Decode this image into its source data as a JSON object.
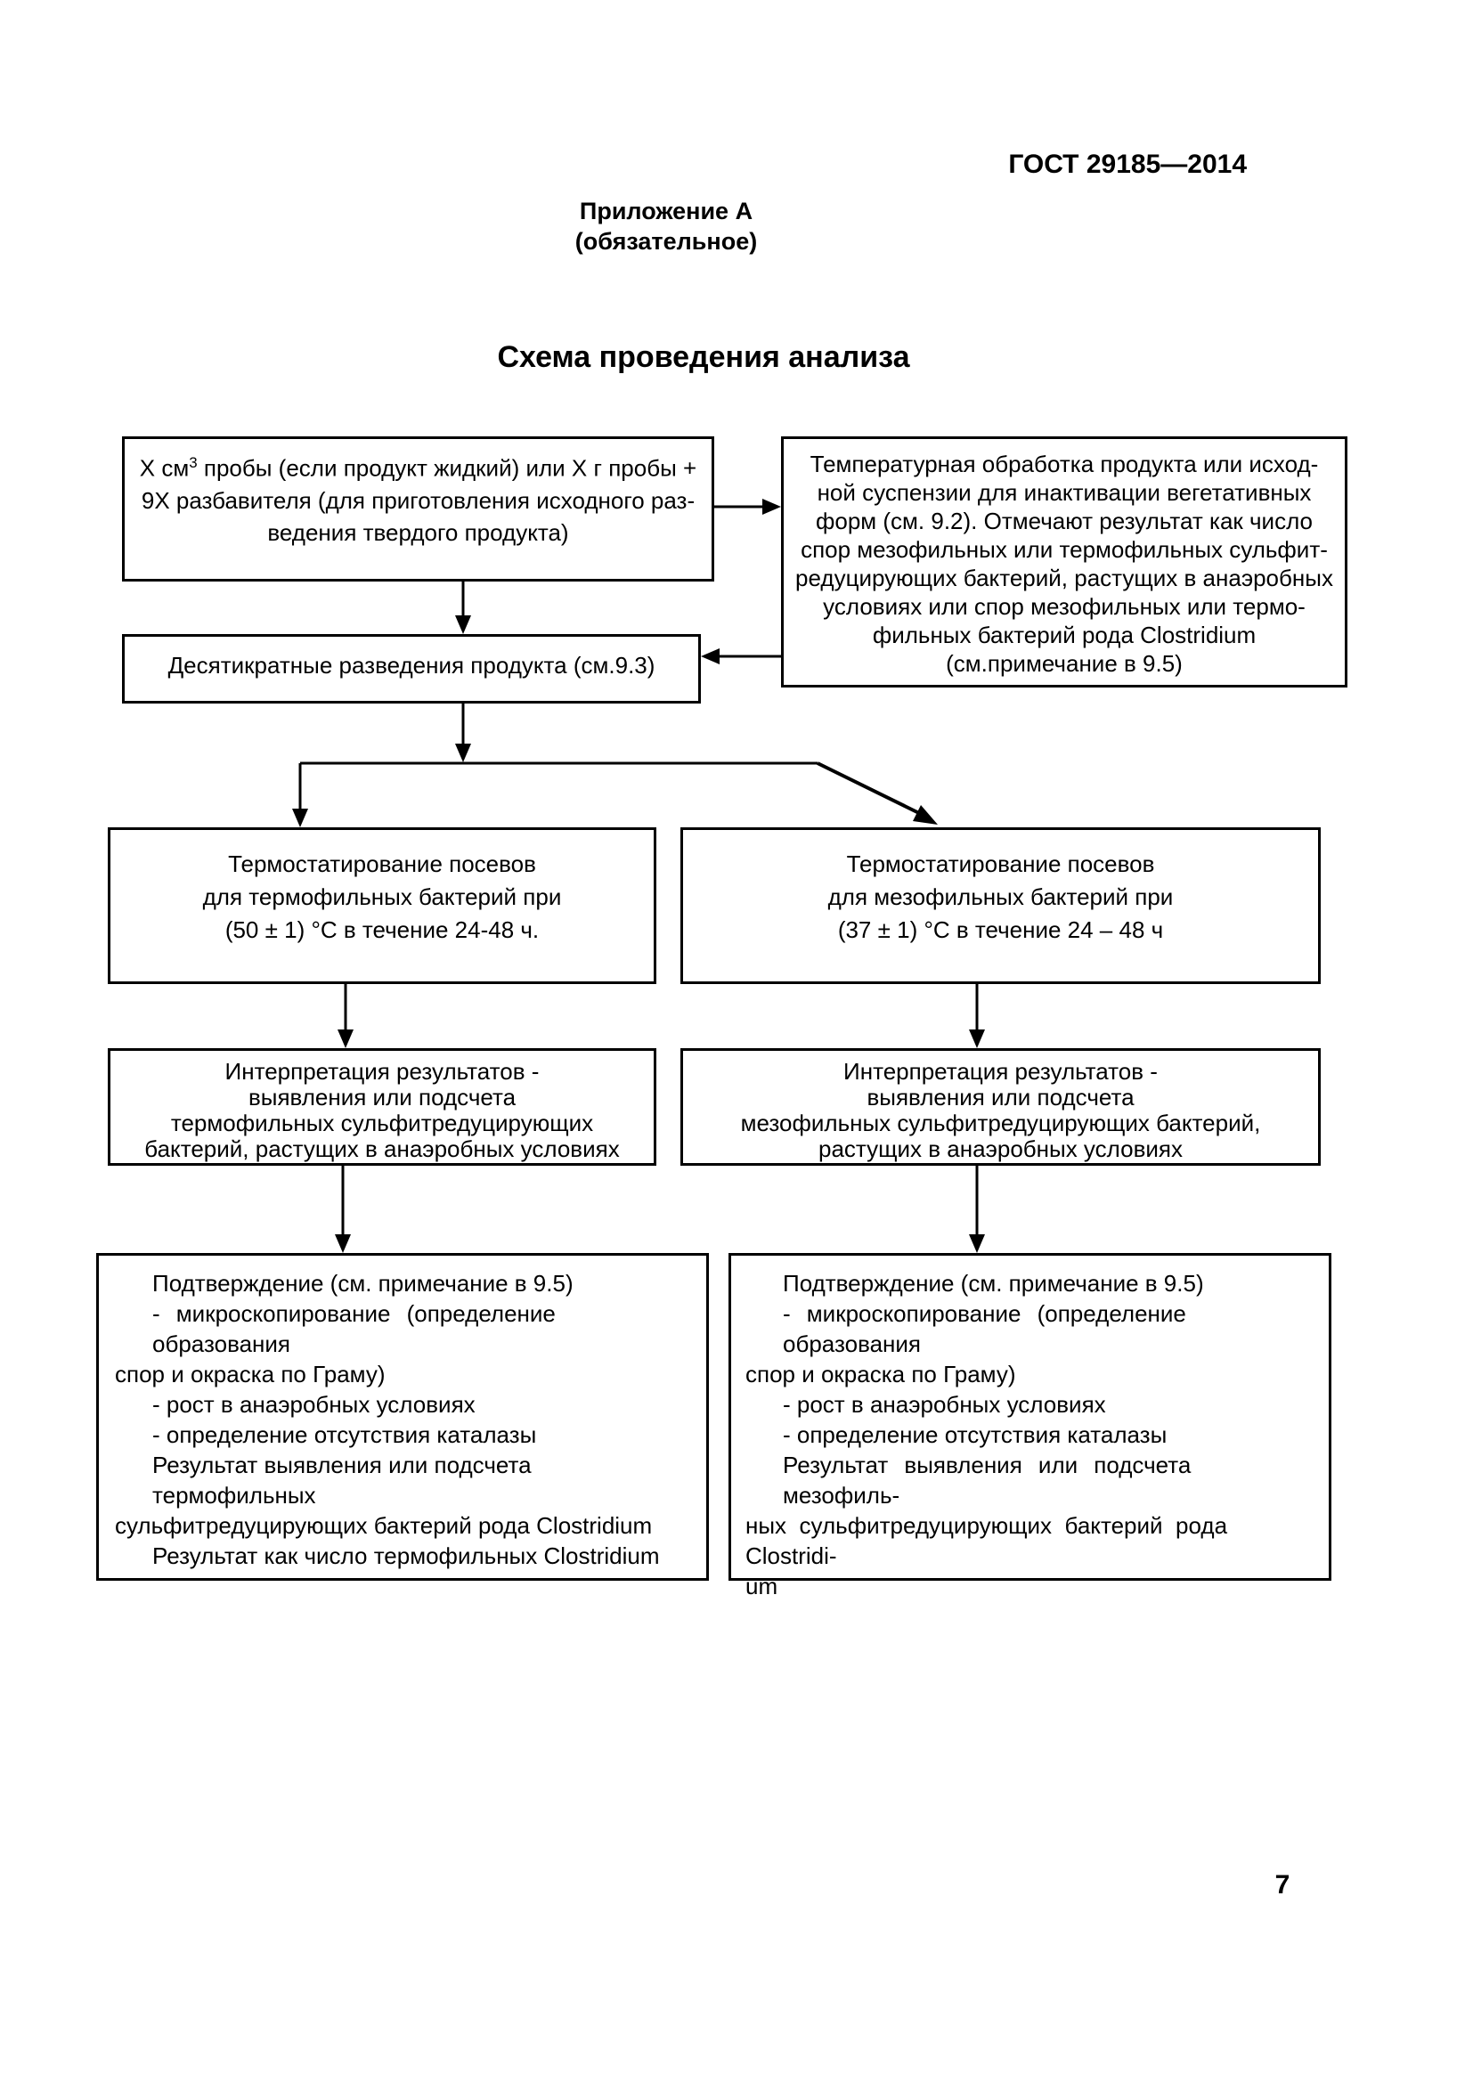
{
  "header": {
    "doc_number": "ГОСТ 29185—2014",
    "appendix_title": "Приложение А",
    "appendix_subtitle": "(обязательное)",
    "diagram_title": "Схема проведения анализа",
    "page_number": "7"
  },
  "flowchart": {
    "sample_box": {
      "line1_a": "Х см",
      "line1_sup": "3",
      "line1_b": " пробы (если продукт жидкий) или Х г пробы +",
      "line2": "9Х разбавителя (для приготовления исходного раз-",
      "line3": "ведения твердого продукта)"
    },
    "heat_treatment_box": {
      "lines": [
        "Температурная обработка продукта или исход-",
        "ной суспензии для инактивации вегетативных",
        "форм (см. 9.2). Отмечают результат как число",
        "спор мезофильных или термофильных сульфит-",
        "редуцирующих бактерий, растущих в анаэробных",
        "условиях или спор мезофильных или термо-",
        "фильных бактерий рода Clostridium",
        "(см.примечание в 9.5)"
      ]
    },
    "dilutions_box": {
      "text": "Десятикратные разведения продукта (см.9.3)"
    },
    "thermophilic_incubation_box": {
      "lines": [
        "Термостатирование посевов",
        "для термофильных бактерий при",
        "(50 ± 1) °С в течение 24-48 ч."
      ]
    },
    "mesophilic_incubation_box": {
      "lines": [
        "Термостатирование посевов",
        "для мезофильных бактерий при",
        "(37 ± 1) °С в течение 24 – 48 ч"
      ]
    },
    "thermophilic_interpretation_box": {
      "lines": [
        "Интерпретация результатов -",
        "выявления или подсчета",
        "термофильных сульфитредуцирующих",
        "бактерий, растущих в анаэробных условиях"
      ]
    },
    "mesophilic_interpretation_box": {
      "lines": [
        "Интерпретация результатов -",
        "выявления или подсчета",
        "мезофильных сульфитредуцирующих бактерий,",
        "растущих в анаэробных условиях"
      ]
    },
    "thermophilic_confirmation_box": {
      "lines": [
        "Подтверждение (см. примечание в 9.5)",
        "- микроскопирование (определение образования",
        "спор и окраска по Граму)",
        "- рост в анаэробных условиях",
        "- определение отсутствия каталазы",
        "Результат выявления или подсчета термофильных",
        "сульфитредуцирующих бактерий рода Clostridium",
        "Результат как число термофильных Clostridium"
      ]
    },
    "mesophilic_confirmation_box": {
      "lines": [
        "Подтверждение (см. примечание в 9.5)",
        "- микроскопирование (определение образования",
        "спор и окраска по Граму)",
        "- рост в анаэробных условиях",
        "- определение отсутствия каталазы",
        "Результат выявления или подсчета мезофиль-",
        "ных сульфитредуцирующих бактерий рода Clostridi-",
        "um"
      ]
    }
  }
}
